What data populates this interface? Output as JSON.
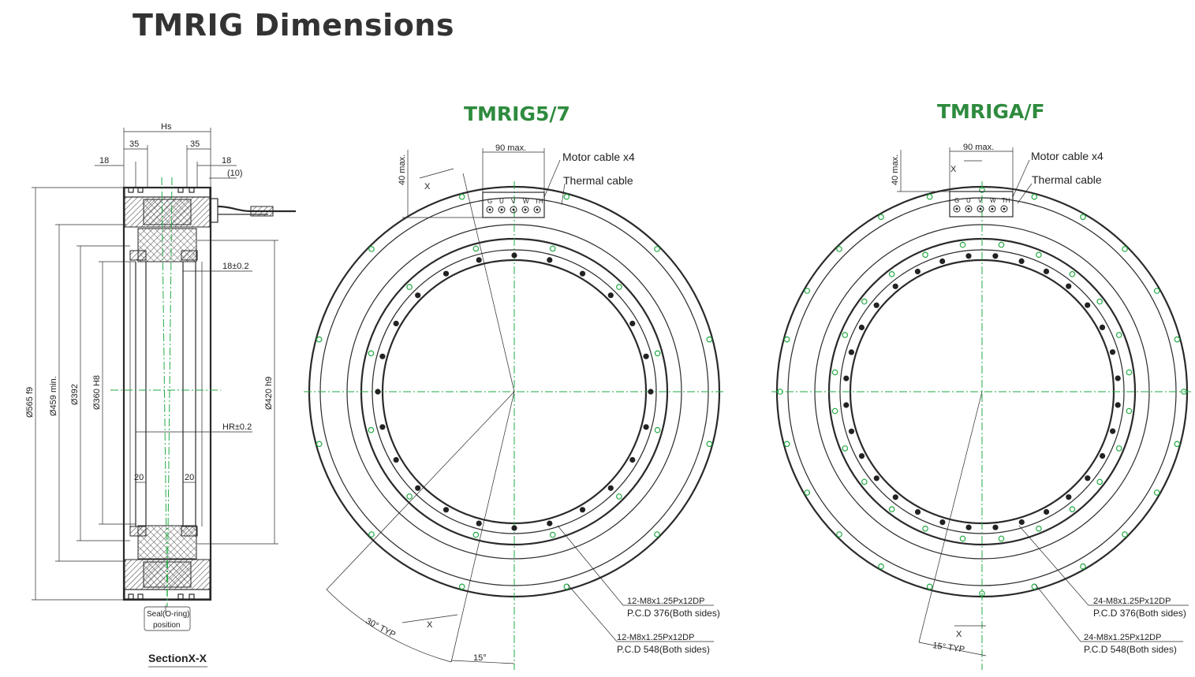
{
  "title": "TMRIG Dimensions",
  "section": {
    "caption": "SectionX-X",
    "seal_label_1": "Seal(O-ring)",
    "seal_label_2": "position",
    "dims": {
      "hs": "Hs",
      "d35a": "35",
      "d35b": "35",
      "d18a": "18",
      "d18b": "18",
      "d10": "(10)",
      "d18tol": "18±0.2",
      "hr": "HR±0.2",
      "d20a": "20",
      "d20b": "20",
      "d565": "Ø565 f9",
      "d459": "Ø459 min.",
      "d392": "Ø392",
      "d360": "Ø360 H8",
      "d420": "Ø420 h9"
    }
  },
  "left_view": {
    "title": "TMRIG5/7",
    "max90": "90 max.",
    "max40": "40 max.",
    "motor_cable": "Motor cable x4",
    "thermal_cable": "Thermal cable",
    "x_top": "X",
    "x_bottom": "X",
    "typ_angle": "30° TYP",
    "angle15": "15°",
    "note1_line1": "12-M8x1.25Px12DP",
    "note1_line2": "P.C.D 376(Both sides)",
    "note2_line1": "12-M8x1.25Px12DP",
    "note2_line2": "P.C.D 548(Both sides)"
  },
  "right_view": {
    "title": "TMRIGA/F",
    "max90": "90 max.",
    "max40": "40 max.",
    "motor_cable": "Motor cable x4",
    "thermal_cable": "Thermal cable",
    "x_top": "X",
    "x_bottom": "X",
    "typ_angle": "15° TYP",
    "note1_line1": "24-M8x1.25Px12DP",
    "note1_line2": "P.C.D 376(Both sides)",
    "note2_line1": "24-M8x1.25Px12DP",
    "note2_line2": "P.C.D 548(Both sides)"
  },
  "connector_pins": [
    "G",
    "U",
    "V",
    "W",
    "TH"
  ],
  "colors": {
    "title": "#333333",
    "view_title": "#2e8b3e",
    "centerline": "#22aa44",
    "line": "#2a2a2a"
  }
}
